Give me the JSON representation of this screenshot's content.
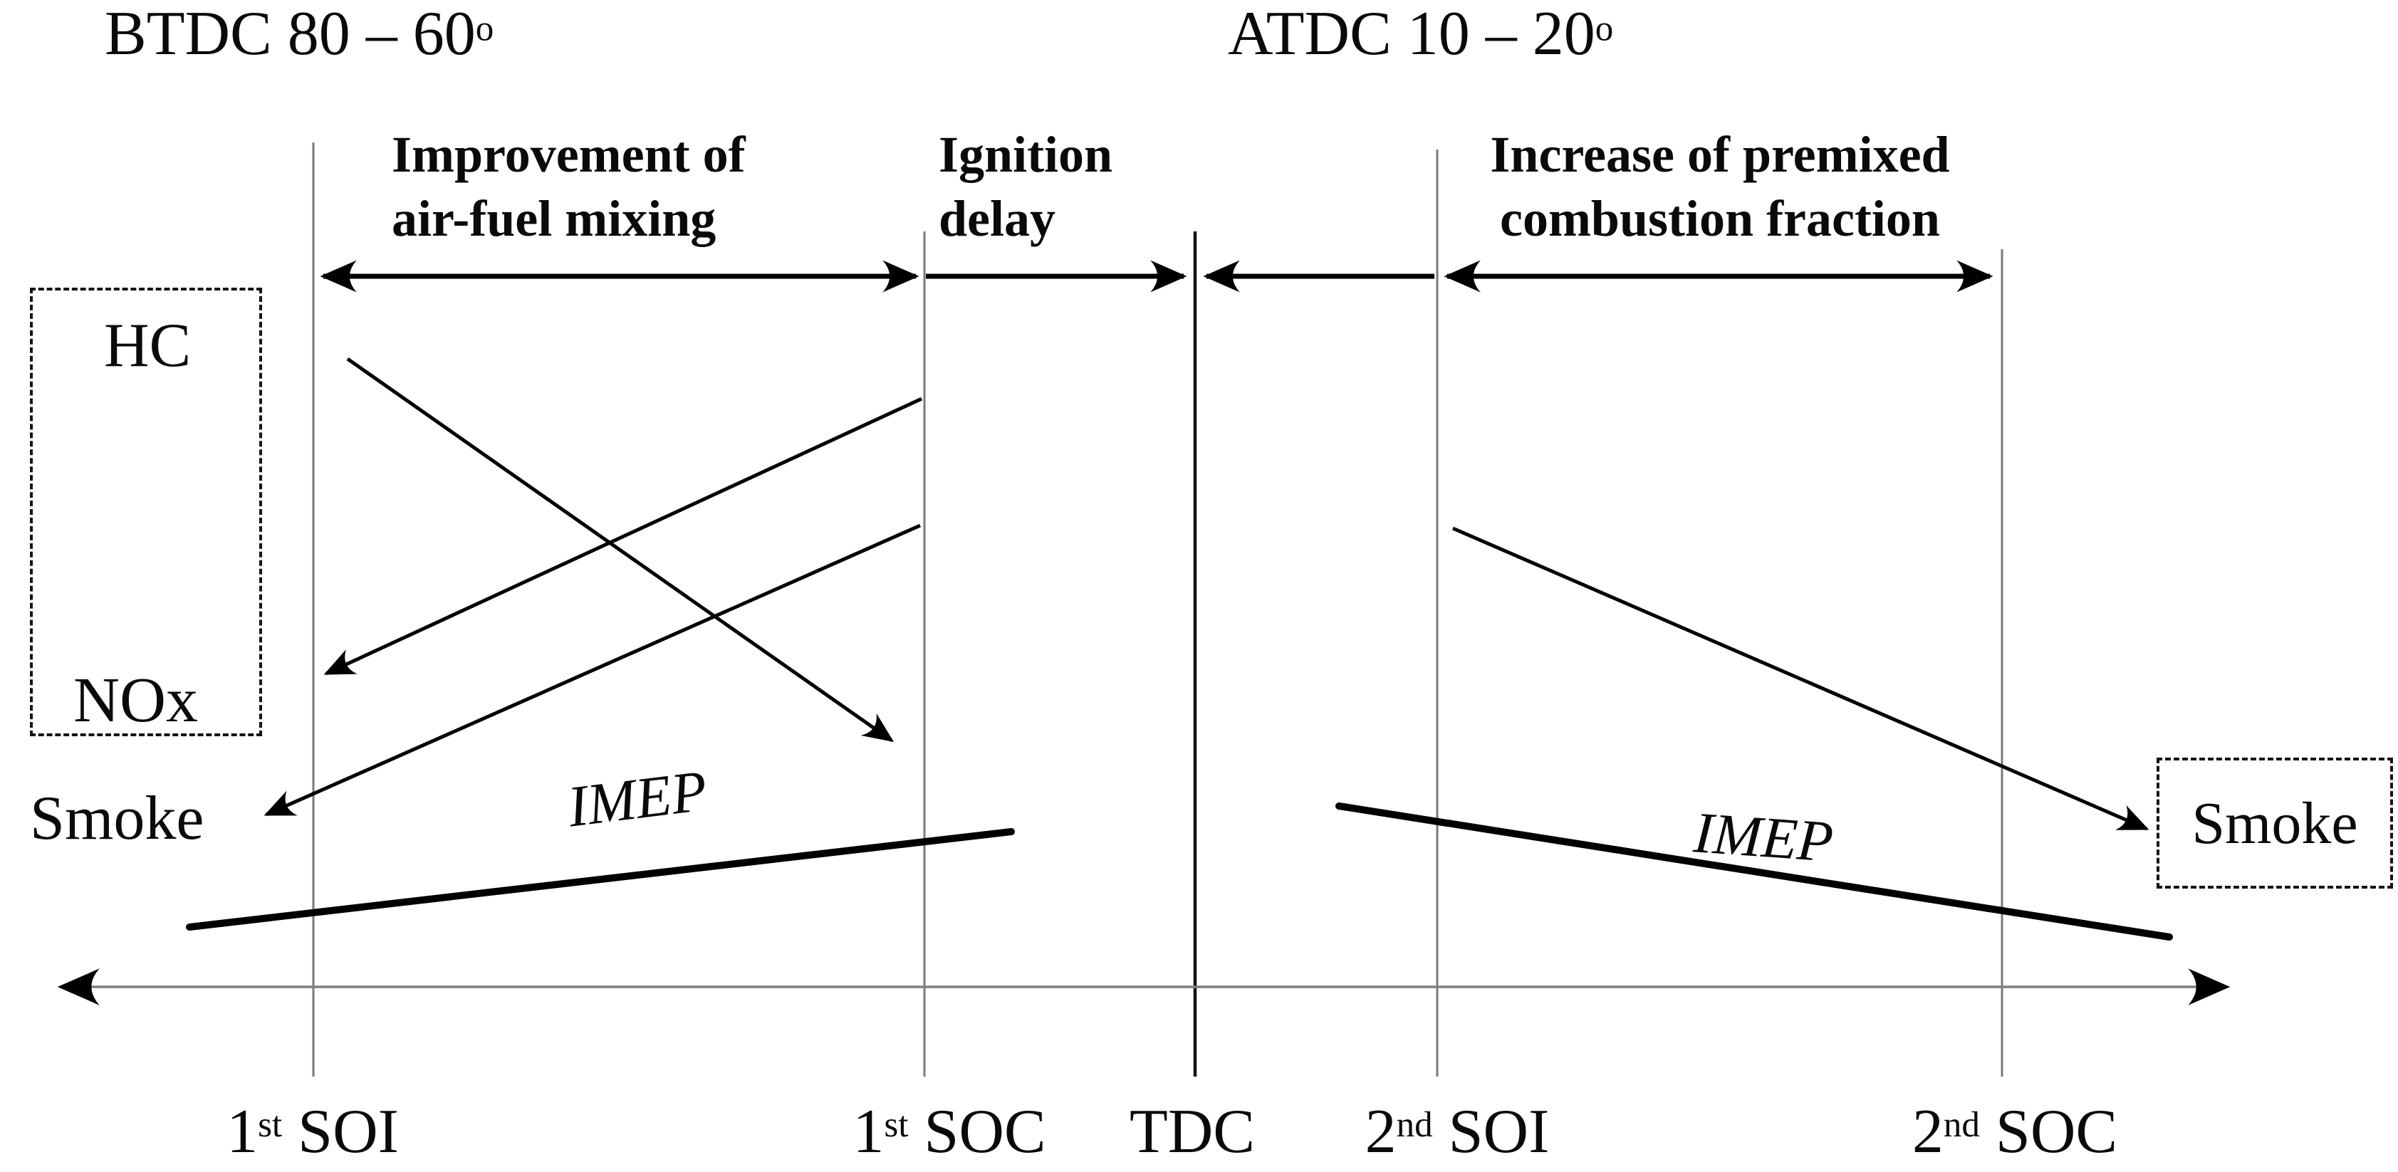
{
  "figure": {
    "top_labels": {
      "btdc": {
        "base": "BTDC 80 – 60",
        "sup": "o"
      },
      "atdc": {
        "base": "ATDC 10 – 20",
        "sup": "o"
      }
    },
    "region_labels": {
      "mixing": {
        "line1": "Improvement of",
        "line2": "air-fuel mixing"
      },
      "ignition": {
        "line1": "Ignition",
        "line2": "delay"
      },
      "premixed": {
        "line1": "Increase of premixed",
        "line2": "combustion fraction"
      }
    },
    "quantity_labels": {
      "hc": "HC",
      "nox": "NOx",
      "smoke_left": "Smoke",
      "imep_left": "IMEP",
      "imep_right": "IMEP",
      "smoke_right": "Smoke"
    },
    "axis_labels": [
      {
        "base": "1",
        "sup": "st",
        "rest": " SOI"
      },
      {
        "base": "1",
        "sup": "st",
        "rest": " SOC"
      },
      {
        "base": "TDC",
        "sup": "",
        "rest": ""
      },
      {
        "base": "2",
        "sup": "nd",
        "rest": " SOI"
      },
      {
        "base": "2",
        "sup": "nd",
        "rest": " SOC"
      }
    ],
    "trend_arrows": [
      {
        "name": "hc-trend",
        "visual": "line slanting down-right from near 1st SOI to 1st SOC, arrowhead at lower-right"
      },
      {
        "name": "nox-trend",
        "visual": "line slanting down-left from 1st SOC, arrowhead pointing at NOx"
      },
      {
        "name": "smoke-left-trend",
        "visual": "line slanting down-left from 1st SOC, arrowhead pointing at Smoke"
      },
      {
        "name": "smoke-right-trend",
        "visual": "line slanting down-right from 2nd SOI, arrowhead pointing at Smoke box"
      },
      {
        "name": "imep-left-trend",
        "visual": "thick line rising slightly from left toward 1st SOC"
      },
      {
        "name": "imep-right-trend",
        "visual": "thick line falling slightly from 2nd SOI toward 2nd SOC"
      }
    ],
    "colors": {
      "ink": "#000000",
      "guide_gray": "#7a7a7a"
    }
  }
}
